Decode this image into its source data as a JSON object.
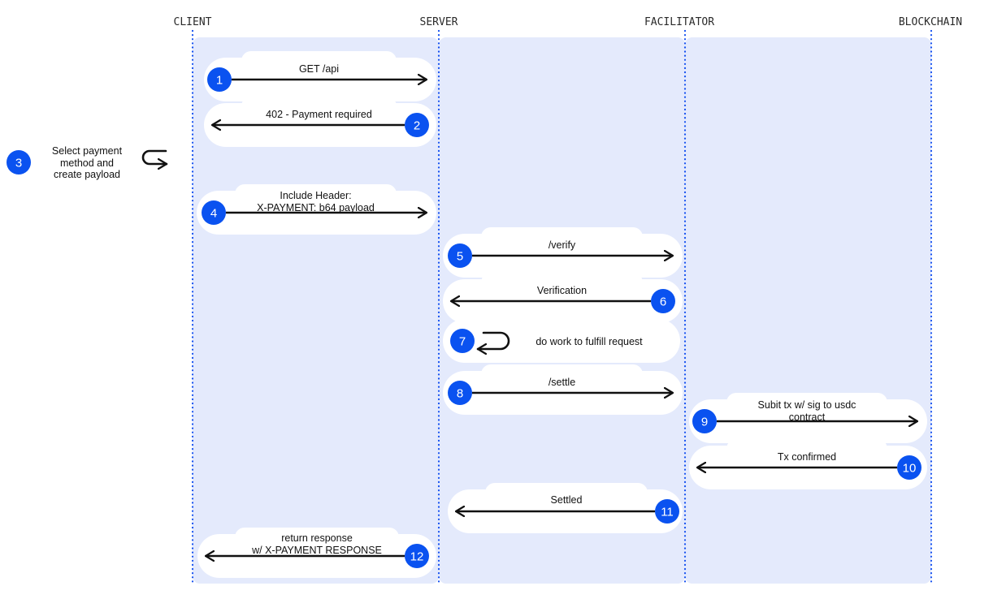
{
  "colors": {
    "lane_fill": "#e4eafc",
    "badge": "#0a52f0",
    "dotted": "#1450f0",
    "pill": "#ffffff",
    "arrow": "#111111"
  },
  "actors": [
    "CLIENT",
    "SERVER",
    "FACILITATOR",
    "BLOCKCHAIN"
  ],
  "steps": [
    {
      "num": "1",
      "lines": [
        "GET /api"
      ]
    },
    {
      "num": "2",
      "lines": [
        "402 - Payment required"
      ]
    },
    {
      "num": "3",
      "lines": [
        "Select payment",
        "method and",
        "create payload"
      ],
      "icon": "loop-arrow-icon"
    },
    {
      "num": "4",
      "lines": [
        "Include Header:",
        "X-PAYMENT: b64 payload"
      ]
    },
    {
      "num": "5",
      "lines": [
        "/verify"
      ]
    },
    {
      "num": "6",
      "lines": [
        "Verification"
      ]
    },
    {
      "num": "7",
      "lines": [
        "do work to fulfill request"
      ],
      "icon": "loop-arrow-icon"
    },
    {
      "num": "8",
      "lines": [
        "/settle"
      ]
    },
    {
      "num": "9",
      "lines": [
        "Subit tx w/ sig to usdc",
        "contract"
      ]
    },
    {
      "num": "10",
      "lines": [
        "Tx confirmed"
      ]
    },
    {
      "num": "11",
      "lines": [
        "Settled"
      ]
    },
    {
      "num": "12",
      "lines": [
        "return response",
        "w/ X-PAYMENT RESPONSE"
      ]
    }
  ]
}
